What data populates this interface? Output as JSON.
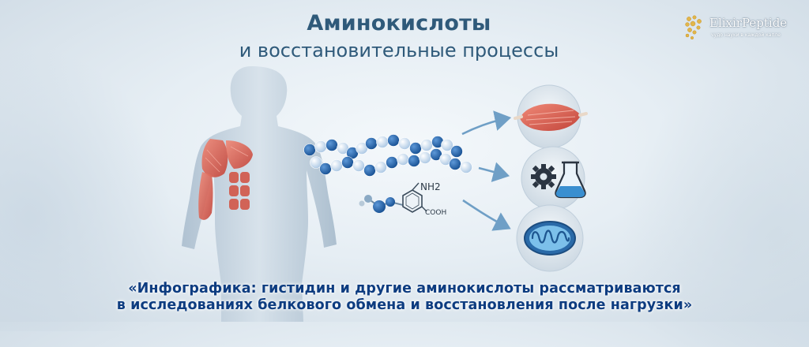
{
  "title": {
    "main": "Аминокислоты",
    "subtitle": "и восстановительные процессы"
  },
  "logo": {
    "name": "ElixirPeptide",
    "tagline": "чудо науки в каждой капле"
  },
  "molecule": {
    "group_nh2": "NH2",
    "group_cooh": "COOH"
  },
  "icons": [
    "human-body-icon",
    "muscle-icon",
    "gear-icon",
    "flask-icon",
    "mitochondrion-icon",
    "protein-chain-icon",
    "amino-acid-molecule-icon"
  ],
  "colors": {
    "title": "#2f5a7a",
    "caption": "#0d3c80",
    "muscle": "#d9574a",
    "bead_dark": "#1e5fa6",
    "bead_light": "#c7dbef",
    "arrow": "#6f9fc6"
  },
  "caption": {
    "line1": "«Инфографика: гистидин и другие аминокислоты рассматриваются",
    "line2": "в исследованиях белкового обмена и восстановления после нагрузки»"
  }
}
